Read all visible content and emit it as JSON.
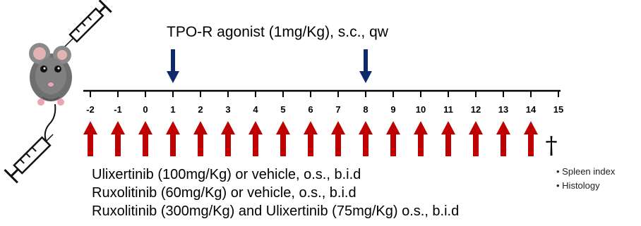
{
  "tpo_treatment": {
    "label": "TPO-R agonist (1mg/Kg), s.c., qw",
    "days": [
      1,
      8
    ],
    "arrow_color": "#0e2a6a"
  },
  "timeline": {
    "days": [
      -2,
      -1,
      0,
      1,
      2,
      3,
      4,
      5,
      6,
      7,
      8,
      9,
      10,
      11,
      12,
      13,
      14,
      15
    ],
    "day_labels": [
      "-2",
      "-1",
      "0",
      "1",
      "2",
      "3",
      "4",
      "5",
      "6",
      "7",
      "8",
      "9",
      "10",
      "11",
      "12",
      "13",
      "14",
      "15"
    ]
  },
  "oral_treatment": {
    "days": [
      -2,
      -1,
      0,
      1,
      2,
      3,
      4,
      5,
      6,
      7,
      8,
      9,
      10,
      11,
      12,
      13,
      14
    ],
    "arrow_color": "#c00000",
    "regimens": [
      "Ulixertinib (100mg/Kg) or vehicle, o.s., b.i.d",
      "Ruxolitinib (60mg/Kg) or vehicle, o.s., b.i.d",
      "Ruxolitinib (300mg/Kg) and Ulixertinib (75mg/Kg) o.s., b.i.d"
    ]
  },
  "endpoint": {
    "day": 15,
    "symbol": "†",
    "readouts": [
      "Spleen index",
      "Histology"
    ]
  },
  "icons": [
    "mouse-icon",
    "syringe-icon-top",
    "syringe-icon-bottom"
  ]
}
